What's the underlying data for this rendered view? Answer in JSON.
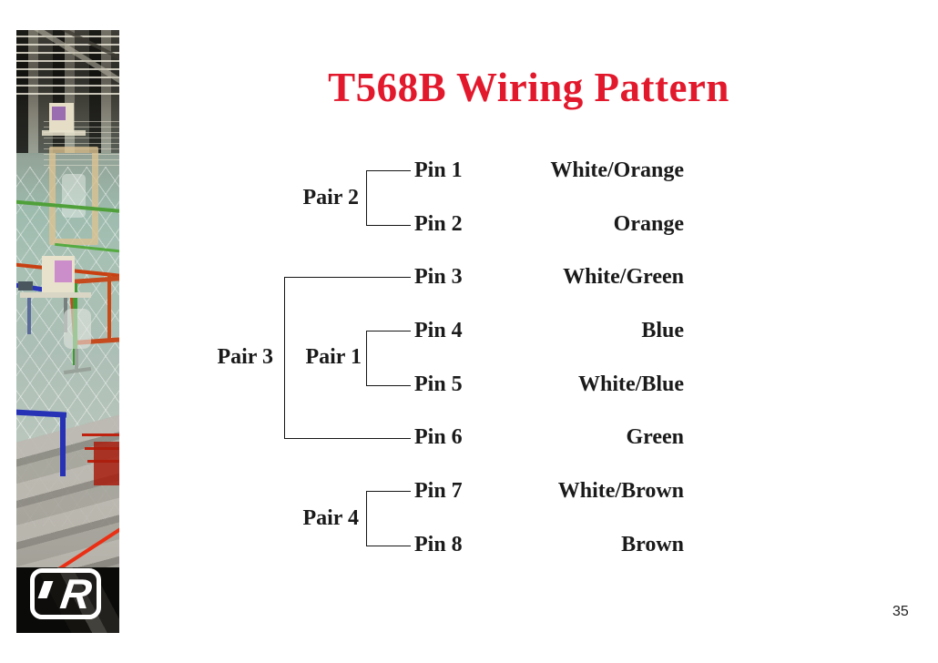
{
  "slide": {
    "title": "T568B Wiring Pattern",
    "page_number": "35"
  },
  "colors": {
    "title_red": "#e2192d",
    "text_black": "#1a1a1a"
  },
  "logo": {
    "letter": "R"
  },
  "diagram": {
    "pairs": [
      {
        "label": "Pair 2",
        "pins": [
          "Pin 1",
          "Pin 2"
        ]
      },
      {
        "label": "Pair 3",
        "pins": [
          "Pin 3",
          "Pin 6"
        ]
      },
      {
        "label": "Pair 1",
        "pins": [
          "Pin 4",
          "Pin 5"
        ]
      },
      {
        "label": "Pair 4",
        "pins": [
          "Pin 7",
          "Pin 8"
        ]
      }
    ],
    "rows": [
      {
        "pin": "Pin 1",
        "color": "White/Orange"
      },
      {
        "pin": "Pin 2",
        "color": "Orange"
      },
      {
        "pin": "Pin 3",
        "color": "White/Green"
      },
      {
        "pin": "Pin 4",
        "color": "Blue"
      },
      {
        "pin": "Pin 5",
        "color": "White/Blue"
      },
      {
        "pin": "Pin 6",
        "color": "Green"
      },
      {
        "pin": "Pin 7",
        "color": "White/Brown"
      },
      {
        "pin": "Pin 8",
        "color": "Brown"
      }
    ]
  }
}
